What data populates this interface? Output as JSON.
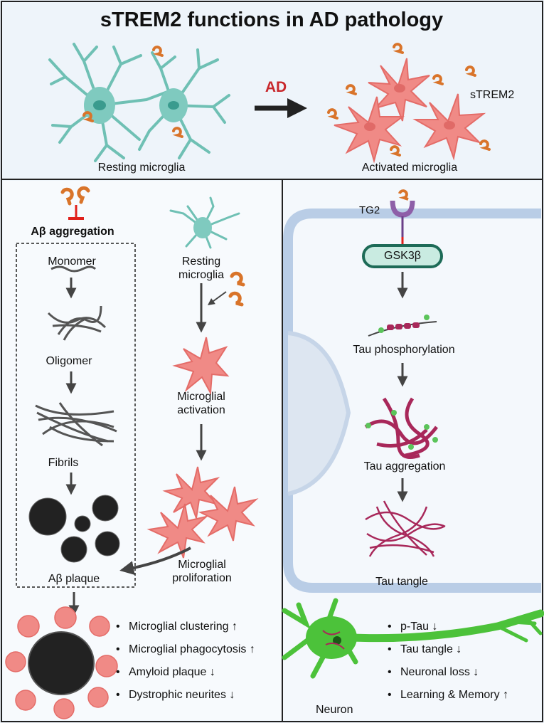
{
  "title": "sTREM2 functions in AD pathology",
  "top": {
    "resting_label": "Resting microglia",
    "activated_label": "Activated microglia",
    "arrow_label": "AD",
    "strem2_label": "sTREM2"
  },
  "left": {
    "inhibit_label": "Aβ aggregation",
    "stages": [
      "Monomer",
      "Oligomer",
      "Fibrils",
      "Aβ plaque"
    ],
    "pathway": {
      "resting": [
        "Resting",
        "microglia"
      ],
      "activation": [
        "Microglial",
        "activation"
      ],
      "proliferation": [
        "Microglial",
        "proliforation"
      ]
    },
    "effects": [
      "Microglial clustering ↑",
      "Microglial phagocytosis ↑",
      "Amyloid plaque ↓",
      "Dystrophic neurites ↓"
    ]
  },
  "right": {
    "receptor_label": "TG2",
    "kinase_label": "GSK3β",
    "steps": [
      "Tau phosphorylation",
      "Tau aggregation",
      "Tau tangle"
    ],
    "neuron_label": "Neuron",
    "effects": [
      "p-Tau ↓",
      "Tau tangle ↓",
      "Neuronal loss ↓",
      "Learning & Memory ↑"
    ]
  },
  "colors": {
    "resting_microglia": "#7fcabf",
    "activated_microglia": "#f08a86",
    "strem2": "#d9742a",
    "inhibit": "#e0201b",
    "tau": "#a8285a",
    "neuron": "#4cc23a",
    "cell_membrane": "#b9cde6"
  }
}
